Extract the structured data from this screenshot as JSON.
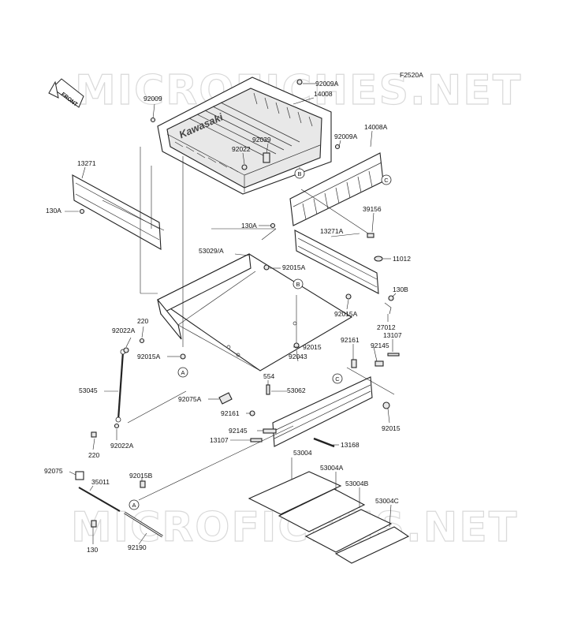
{
  "figure_code": "F2520A",
  "watermarks": [
    "MICROFICHES.NET",
    "MICROFICHES.NET"
  ],
  "front_label": "FRONT",
  "brand_text": "Kawasaki",
  "callouts": [
    "A",
    "A",
    "B",
    "B",
    "C",
    "C"
  ],
  "parts": {
    "p92009": "92009",
    "p92009A_top": "92009A",
    "p14008": "14008",
    "p14008A": "14008A",
    "p92009A_right": "92009A",
    "p92039": "92039",
    "p92022": "92022",
    "p13271": "13271",
    "p130A_left": "130A",
    "p39156": "39156",
    "p130A_mid": "130A",
    "p13271A": "13271A",
    "p11012": "11012",
    "p53029A": "53029/A",
    "p92015A_mid": "92015A",
    "p130B": "130B",
    "p92015A_right": "92015A",
    "p27012": "27012",
    "p13107_right": "13107",
    "p220_top": "220",
    "p92022A_top": "92022A",
    "p92015A_left": "92015A",
    "p92015_mid": "92015",
    "p92161_right": "92161",
    "p92145_right": "92145",
    "p92043": "92043",
    "p554": "554",
    "p53045": "53045",
    "p53062": "53062",
    "p92075A": "92075A",
    "p92161_left": "92161",
    "p92015_right": "92015",
    "p92145_left": "92145",
    "p13107_left": "13107",
    "p13168": "13168",
    "p92022A_bottom": "92022A",
    "p220_bottom": "220",
    "p53004": "53004",
    "p53004A": "53004A",
    "p92075": "92075",
    "p35011": "35011",
    "p92015B": "92015B",
    "p53004B": "53004B",
    "p53004C": "53004C",
    "p130": "130",
    "p92190": "92190"
  }
}
